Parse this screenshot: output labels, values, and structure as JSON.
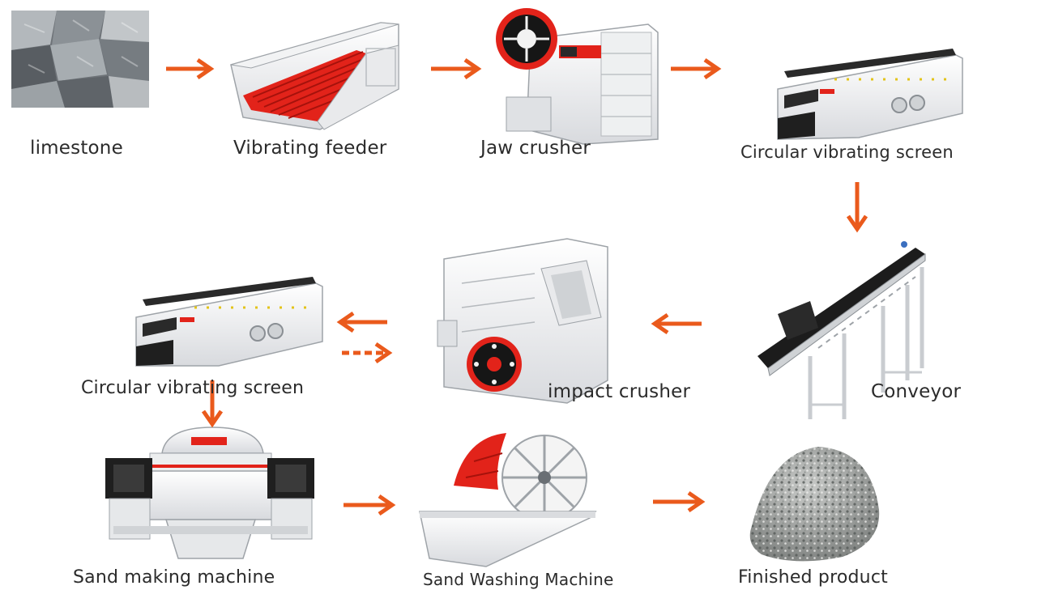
{
  "accent_color": "#ea5a1c",
  "machine_accent_color": "#e2231a",
  "steps": [
    {
      "id": "limestone",
      "label": "limestone",
      "icon": "limestone-rocks-icon"
    },
    {
      "id": "vibrating-feeder",
      "label": "Vibrating feeder",
      "icon": "vibrating-feeder-icon"
    },
    {
      "id": "jaw-crusher",
      "label": "Jaw crusher",
      "icon": "jaw-crusher-icon"
    },
    {
      "id": "circular-vibrating-screen-1",
      "label": "Circular vibrating screen",
      "icon": "vibrating-screen-icon"
    },
    {
      "id": "conveyor",
      "label": "Conveyor",
      "icon": "conveyor-icon"
    },
    {
      "id": "impact-crusher",
      "label": "impact crusher",
      "icon": "impact-crusher-icon"
    },
    {
      "id": "circular-vibrating-screen-2",
      "label": "Circular vibrating screen",
      "icon": "vibrating-screen-icon"
    },
    {
      "id": "sand-making-machine",
      "label": "Sand making machine",
      "icon": "sand-making-machine-icon"
    },
    {
      "id": "sand-washing-machine",
      "label": "Sand Washing Machine",
      "icon": "sand-washing-machine-icon"
    },
    {
      "id": "finished-product",
      "label": "Finished product",
      "icon": "gravel-pile-icon"
    }
  ],
  "flows": [
    {
      "from": "limestone",
      "to": "vibrating-feeder",
      "style": "solid"
    },
    {
      "from": "vibrating-feeder",
      "to": "jaw-crusher",
      "style": "solid"
    },
    {
      "from": "jaw-crusher",
      "to": "circular-vibrating-screen-1",
      "style": "solid"
    },
    {
      "from": "circular-vibrating-screen-1",
      "to": "conveyor",
      "style": "solid"
    },
    {
      "from": "conveyor",
      "to": "impact-crusher",
      "style": "solid"
    },
    {
      "from": "impact-crusher",
      "to": "circular-vibrating-screen-2",
      "style": "solid"
    },
    {
      "from": "circular-vibrating-screen-2",
      "to": "impact-crusher",
      "style": "dashed"
    },
    {
      "from": "circular-vibrating-screen-2",
      "to": "sand-making-machine",
      "style": "solid"
    },
    {
      "from": "sand-making-machine",
      "to": "sand-washing-machine",
      "style": "solid"
    },
    {
      "from": "sand-washing-machine",
      "to": "finished-product",
      "style": "solid"
    }
  ]
}
